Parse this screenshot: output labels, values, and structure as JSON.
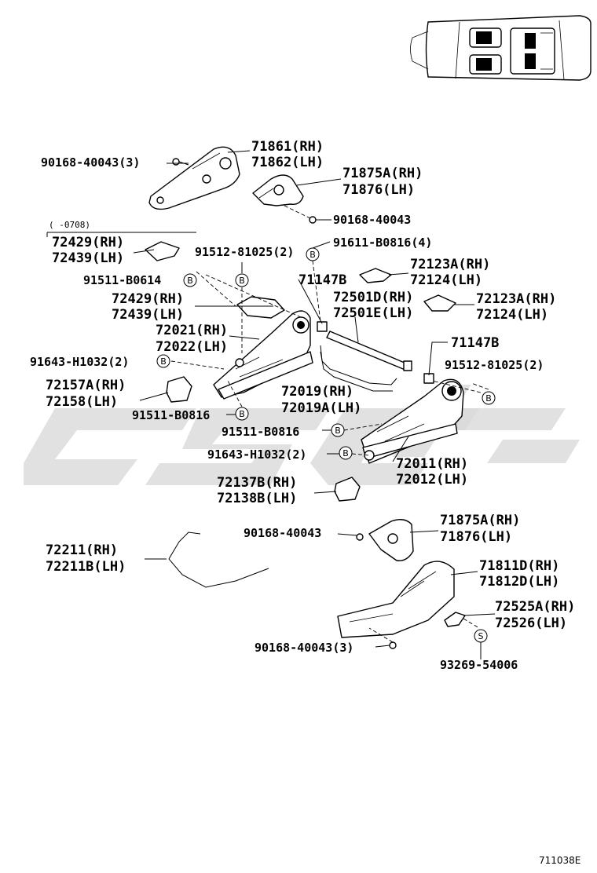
{
  "figure_code": "711038E",
  "bracket_note": "(      -0708)",
  "callouts": [
    {
      "id": "c01",
      "lines": [
        "71861(RH)",
        "71862(LH)"
      ]
    },
    {
      "id": "c02",
      "lines": [
        "90168-40043(3)"
      ]
    },
    {
      "id": "c03",
      "lines": [
        "71875A(RH)",
        "71876(LH)"
      ]
    },
    {
      "id": "c04",
      "lines": [
        "90168-40043"
      ]
    },
    {
      "id": "c05",
      "lines": [
        "72429(RH)",
        "72439(LH)"
      ]
    },
    {
      "id": "c06",
      "lines": [
        "91512-81025(2)"
      ]
    },
    {
      "id": "c07",
      "lines": [
        "91611-B0816(4)"
      ]
    },
    {
      "id": "c08",
      "lines": [
        "91511-B0614"
      ]
    },
    {
      "id": "c09",
      "lines": [
        "71147B"
      ]
    },
    {
      "id": "c10",
      "lines": [
        "72123A(RH)",
        "72124(LH)"
      ]
    },
    {
      "id": "c11",
      "lines": [
        "72429(RH)",
        "72439(LH)"
      ]
    },
    {
      "id": "c12",
      "lines": [
        "72501D(RH)",
        "72501E(LH)"
      ]
    },
    {
      "id": "c13",
      "lines": [
        "72123A(RH)",
        "72124(LH)"
      ]
    },
    {
      "id": "c14",
      "lines": [
        "72021(RH)",
        "72022(LH)"
      ]
    },
    {
      "id": "c15",
      "lines": [
        "71147B"
      ]
    },
    {
      "id": "c16",
      "lines": [
        "91643-H1032(2)"
      ]
    },
    {
      "id": "c17",
      "lines": [
        "91512-81025(2)"
      ]
    },
    {
      "id": "c18",
      "lines": [
        "72157A(RH)",
        "72158(LH)"
      ]
    },
    {
      "id": "c19",
      "lines": [
        "72019(RH)",
        "72019A(LH)"
      ]
    },
    {
      "id": "c20",
      "lines": [
        "91511-B0816"
      ]
    },
    {
      "id": "c21",
      "lines": [
        "91511-B0816"
      ]
    },
    {
      "id": "c22",
      "lines": [
        "91643-H1032(2)"
      ]
    },
    {
      "id": "c23",
      "lines": [
        "72011(RH)",
        "72012(LH)"
      ]
    },
    {
      "id": "c24",
      "lines": [
        "72137B(RH)",
        "72138B(LH)"
      ]
    },
    {
      "id": "c25",
      "lines": [
        "90168-40043"
      ]
    },
    {
      "id": "c26",
      "lines": [
        "71875A(RH)",
        "71876(LH)"
      ]
    },
    {
      "id": "c27",
      "lines": [
        "72211(RH)",
        "72211B(LH)"
      ]
    },
    {
      "id": "c28",
      "lines": [
        "71811D(RH)",
        "71812D(LH)"
      ]
    },
    {
      "id": "c29",
      "lines": [
        "72525A(RH)",
        "72526(LH)"
      ]
    },
    {
      "id": "c30",
      "lines": [
        "90168-40043(3)"
      ]
    },
    {
      "id": "c31",
      "lines": [
        "93269-54006"
      ]
    }
  ],
  "badges": [
    {
      "id": "b01",
      "letter": "B"
    },
    {
      "id": "b02",
      "letter": "B"
    },
    {
      "id": "b03",
      "letter": "B"
    },
    {
      "id": "b04",
      "letter": "B"
    },
    {
      "id": "b05",
      "letter": "B"
    },
    {
      "id": "b06",
      "letter": "B"
    },
    {
      "id": "b07",
      "letter": "B"
    },
    {
      "id": "b08",
      "letter": "B"
    },
    {
      "id": "b09",
      "letter": "S"
    }
  ]
}
